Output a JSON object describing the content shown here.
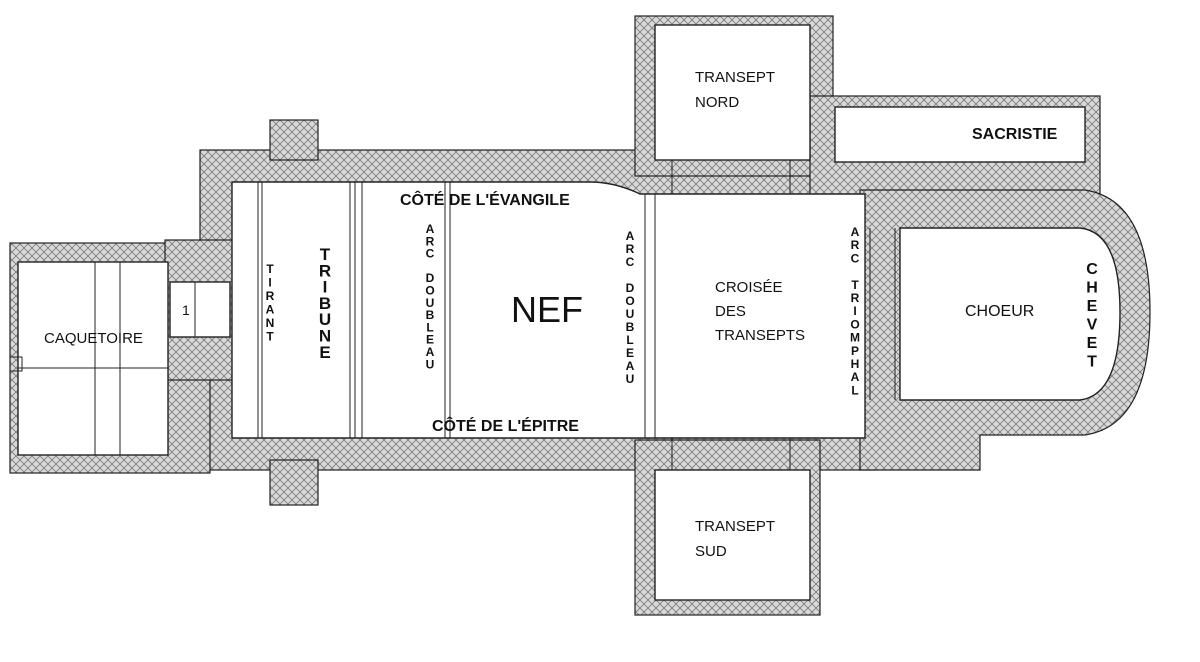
{
  "labels": {
    "transept_nord": [
      "TRANSEPT",
      "NORD"
    ],
    "sacristie": "SACRISTIE",
    "cote_evangile": "CÔTÉ DE L'ÉVANGILE",
    "cote_epitre": "CÔTÉ DE L'ÉPITRE",
    "nef": "NEF",
    "croisee": [
      "CROISÉE",
      "DES",
      "TRANSEPTS"
    ],
    "choeur": "CHOEUR",
    "caquetoire": "CAQUETOIRE",
    "transept_sud": [
      "TRANSEPT",
      "SUD"
    ],
    "tirant": [
      "T",
      "I",
      "R",
      "A",
      "N",
      "T"
    ],
    "tribune": [
      "T",
      "R",
      "I",
      "B",
      "U",
      "N",
      "E"
    ],
    "arc_doubleau_left": [
      "A",
      "R",
      "C",
      "",
      "D",
      "O",
      "U",
      "B",
      "L",
      "E",
      "A",
      "U"
    ],
    "arc_doubleau_right": [
      "A",
      "R",
      "C",
      "",
      "D",
      "O",
      "U",
      "B",
      "L",
      "E",
      "A",
      "U"
    ],
    "arc_triomphal": [
      "A",
      "R",
      "C",
      "",
      "T",
      "R",
      "I",
      "O",
      "M",
      "P",
      "H",
      "A",
      "L"
    ],
    "chevet": [
      "C",
      "H",
      "E",
      "V",
      "E",
      "T"
    ],
    "stair_mark": "1"
  },
  "colors": {
    "wall_fill": "#d9d9d9",
    "wall_hatch": "#7a7a7a",
    "line": "#222222"
  }
}
